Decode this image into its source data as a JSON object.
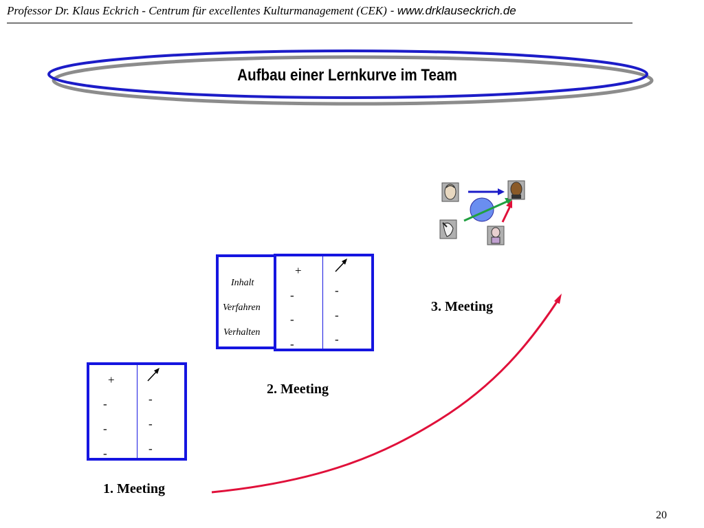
{
  "header": {
    "text": "Professor Dr. Klaus Eckrich - Centrum für excellentes Kulturmanagement (CEK)",
    "separator": " - ",
    "url": "www.drklauseckrich.de"
  },
  "title": "Aufbau einer Lernkurve im Team",
  "table_symbols": {
    "plus": "+",
    "minus": "-"
  },
  "row_labels": [
    "Inhalt",
    "Verfahren",
    "Verhalten"
  ],
  "meetings": [
    "1. Meeting",
    "2. Meeting",
    "3. Meeting"
  ],
  "page_number": "20",
  "colors": {
    "box_blue": "#1515e0",
    "curve_red": "#e0103a",
    "ellipse_blue": "#1c1cc8",
    "ellipse_gray": "#8c8c8c",
    "circle_fill": "#6a8ef0",
    "arrow_green": "#20a040"
  },
  "icons": [
    "person-icon",
    "person-icon",
    "person-icon",
    "person-icon"
  ]
}
